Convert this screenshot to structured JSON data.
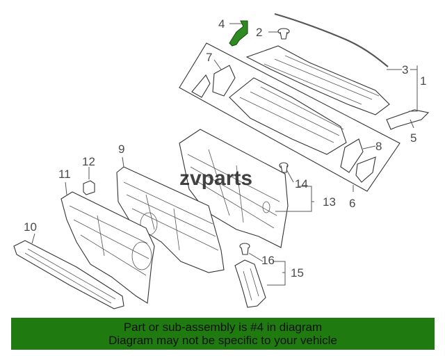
{
  "diagram": {
    "callouts": [
      "1",
      "2",
      "3",
      "4",
      "5",
      "6",
      "7",
      "8",
      "9",
      "10",
      "11",
      "12",
      "13",
      "14",
      "15",
      "16"
    ],
    "watermark": "zvparts",
    "highlight_color": "#2e8b22"
  },
  "banner": {
    "line1": "Part or sub-assembly is #4 in diagram",
    "line2": "Diagram may not be specific to your vehicle",
    "background": "#1f7a10"
  }
}
